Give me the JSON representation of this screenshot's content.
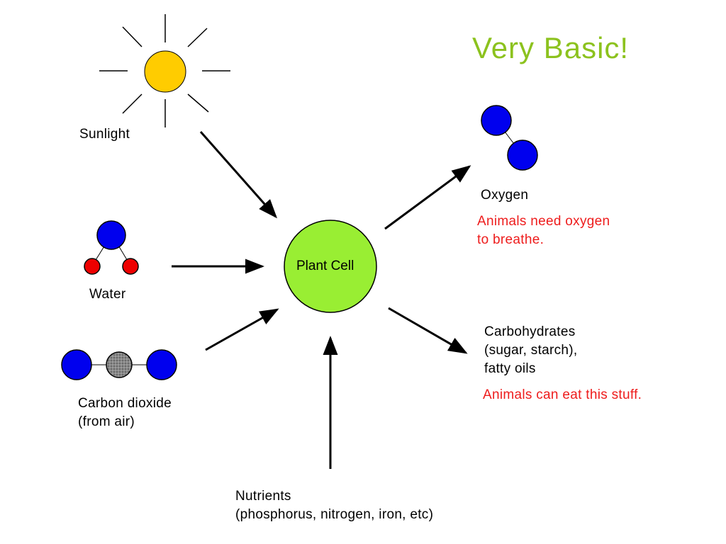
{
  "title": "Very Basic!",
  "center": {
    "label": "Plant Cell"
  },
  "inputs": {
    "sunlight": {
      "label": "Sunlight"
    },
    "water": {
      "label": "Water"
    },
    "carbon_dioxide": {
      "lines": [
        "Carbon dioxide",
        "(from air)"
      ]
    },
    "nutrients": {
      "lines": [
        "Nutrients",
        "(phosphorus, nitrogen, iron, etc)"
      ]
    }
  },
  "outputs": {
    "oxygen": {
      "label": "Oxygen",
      "note_lines": [
        "Animals need oxygen",
        "to breathe."
      ]
    },
    "carbohydrates": {
      "lines": [
        "Carbohydrates",
        "(sugar, starch),",
        "fatty oils"
      ],
      "note": "Animals can eat this stuff."
    }
  },
  "colors": {
    "title": "#8cc21e",
    "note": "#ee1c1c",
    "plant_cell": "#99ee33",
    "sun": "#ffcc00",
    "blue_atom": "#0000ee",
    "red_atom": "#ee0000",
    "gray_atom": "#808080"
  }
}
